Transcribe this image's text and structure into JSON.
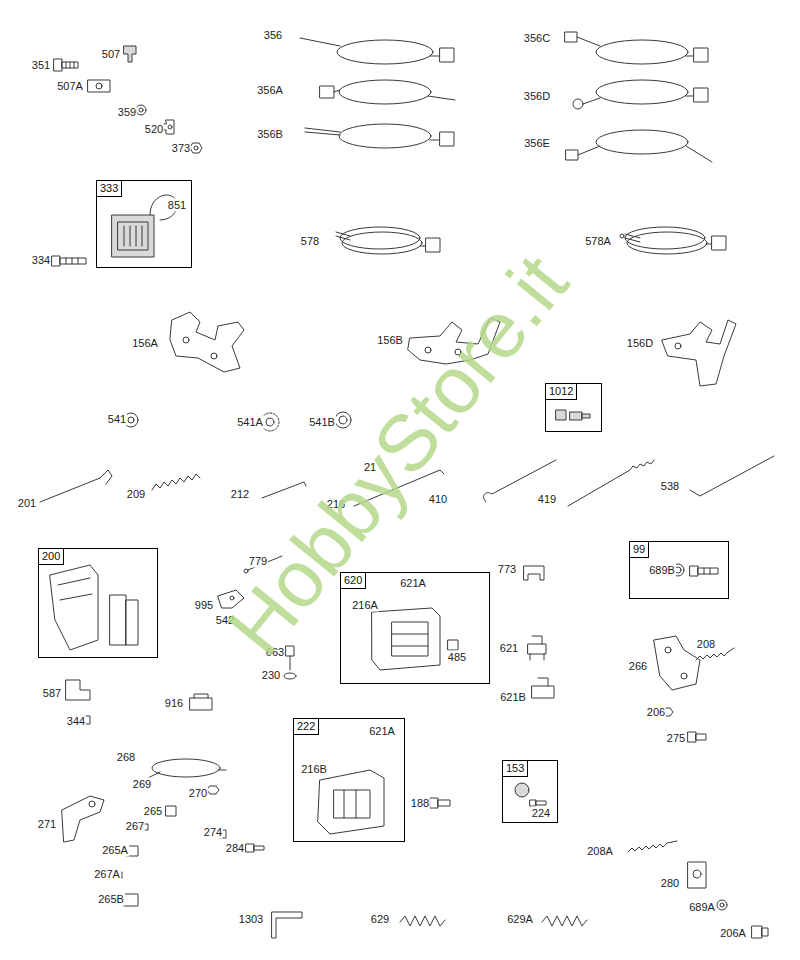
{
  "diagram": {
    "nodes": [
      {
        "text": [
          "333",
          "851"
        ]
      },
      {
        "text": [
          "1012"
        ]
      },
      {
        "text": [
          "200"
        ]
      },
      {
        "text": [
          "620",
          "621A",
          "216A",
          "485"
        ]
      },
      {
        "text": [
          "99",
          "689B"
        ]
      },
      {
        "text": [
          "222",
          "621A",
          "216B"
        ]
      },
      {
        "text": [
          "153",
          "224"
        ]
      }
    ],
    "labels": [
      "351",
      "507",
      "507A",
      "359",
      "520",
      "373",
      "356",
      "356A",
      "356B",
      "356C",
      "356D",
      "356E",
      "334",
      "578",
      "578A",
      "156A",
      "156B",
      "156D",
      "541",
      "541A",
      "541B",
      "201",
      "209",
      "212",
      "21",
      "216",
      "410",
      "419",
      "538",
      "779",
      "995",
      "542",
      "663",
      "230",
      "773",
      "621",
      "621B",
      "208",
      "266",
      "206",
      "275",
      "587",
      "344",
      "916",
      "268",
      "269",
      "270",
      "271",
      "265",
      "267",
      "274",
      "284",
      "265A",
      "267A",
      "265B",
      "188",
      "208A",
      "280",
      "689A",
      "206A",
      "1303",
      "629",
      "629A",
      "HobbyStore.it"
    ]
  }
}
